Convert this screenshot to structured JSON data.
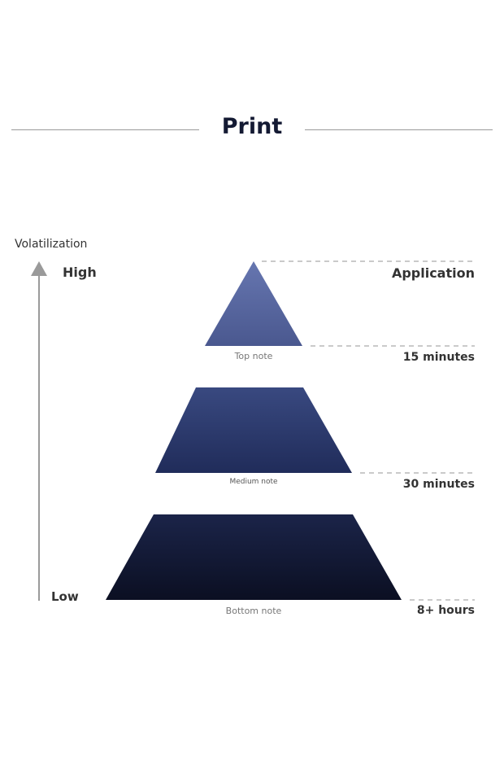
{
  "title": "Print",
  "axis": {
    "label": "Volatilization",
    "high": "High",
    "low": "Low"
  },
  "tiers": [
    {
      "name": "Top note",
      "time_start": "Application",
      "time_end": "15 minutes"
    },
    {
      "name": "Medium note",
      "time_end": "30 minutes"
    },
    {
      "name": "Bottom note",
      "time_end": "8+ hours"
    }
  ],
  "colors": {
    "top": "#5f6fa8",
    "medium": "#2e3b6c",
    "bottom": "#121934",
    "axis": "#9a9a9a",
    "text": "#333333"
  }
}
